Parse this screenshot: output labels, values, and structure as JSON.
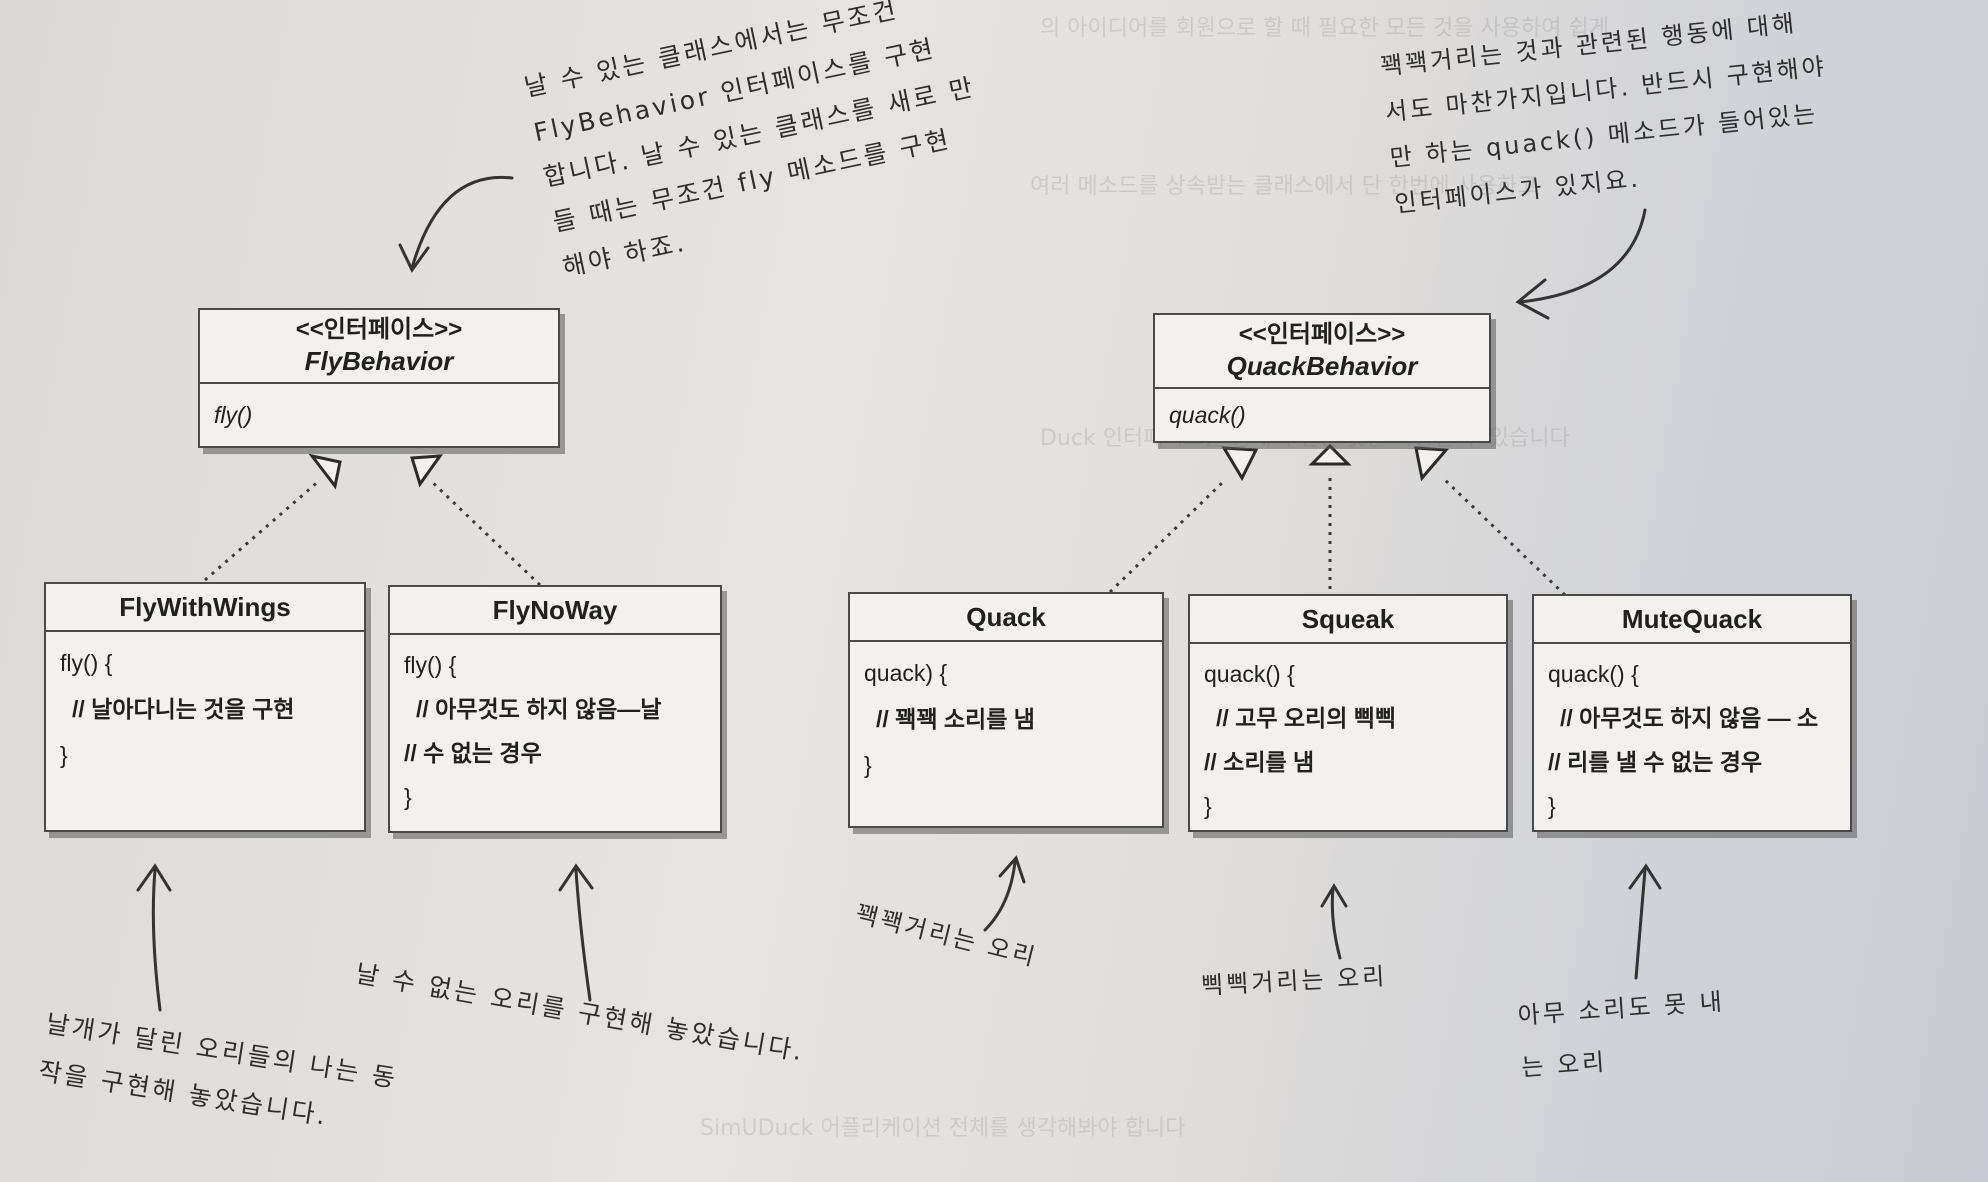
{
  "background_text": [
    "의 아이디어를 회원으로 할 때 필요한 모든 것을 사용하여 쉽게",
    "여러 메소드를 상속받는 클래스에서 단 한번에 사용하고",
    "Duck 인터페이스를 통해 구현한 것을 사용할 수 있습니다",
    "SimUDuck 어플리케이션 전체를 생각해봐야 합니다"
  ],
  "interfaces": {
    "fly": {
      "stereotype": "<<인터페이스>>",
      "name": "FlyBehavior",
      "method": "fly()"
    },
    "quack": {
      "stereotype": "<<인터페이스>>",
      "name": "QuackBehavior",
      "method": "quack()"
    }
  },
  "classes": {
    "fly_with_wings": {
      "name": "FlyWithWings",
      "lines": [
        "fly() {",
        "// 날아다니는 것을 구현",
        "}"
      ]
    },
    "fly_no_way": {
      "name": "FlyNoWay",
      "lines": [
        "fly() {",
        "// 아무것도 하지 않음—날",
        "// 수 없는 경우",
        "}"
      ]
    },
    "quack": {
      "name": "Quack",
      "lines": [
        "quack) {",
        "// 꽥꽥 소리를 냄",
        "}"
      ]
    },
    "squeak": {
      "name": "Squeak",
      "lines": [
        "quack() {",
        "// 고무 오리의 삑삑",
        "// 소리를 냄",
        "}"
      ]
    },
    "mute_quack": {
      "name": "MuteQuack",
      "lines": [
        "quack() {",
        "// 아무것도 하지 않음 — 소",
        "// 리를 낼 수 없는 경우",
        "}"
      ]
    }
  },
  "notes": {
    "fly_interface": [
      "날 수 있는 클래스에서는 무조건",
      "FlyBehavior 인터페이스를 구현",
      "합니다. 날 수 있는 클래스를 새로 만",
      "들 때는 무조건 fly 메소드를 구현",
      "해야 하죠."
    ],
    "quack_interface": [
      "꽥꽥거리는 것과 관련된 행동에 대해",
      "서도 마찬가지입니다. 반드시 구현해야",
      "만 하는 quack() 메소드가 들어있는",
      "인터페이스가 있지요."
    ],
    "wings": [
      "날개가 달린 오리들의 나는 동",
      "작을 구현해 놓았습니다."
    ],
    "no_way": [
      "날 수 없는 오리를 구현해 놓았습니다."
    ],
    "quack": [
      "꽥꽥거리는 오리"
    ],
    "squeak": [
      "삑삑거리는 오리"
    ],
    "mute": [
      "아무 소리도 못 내",
      "는 오리"
    ]
  }
}
